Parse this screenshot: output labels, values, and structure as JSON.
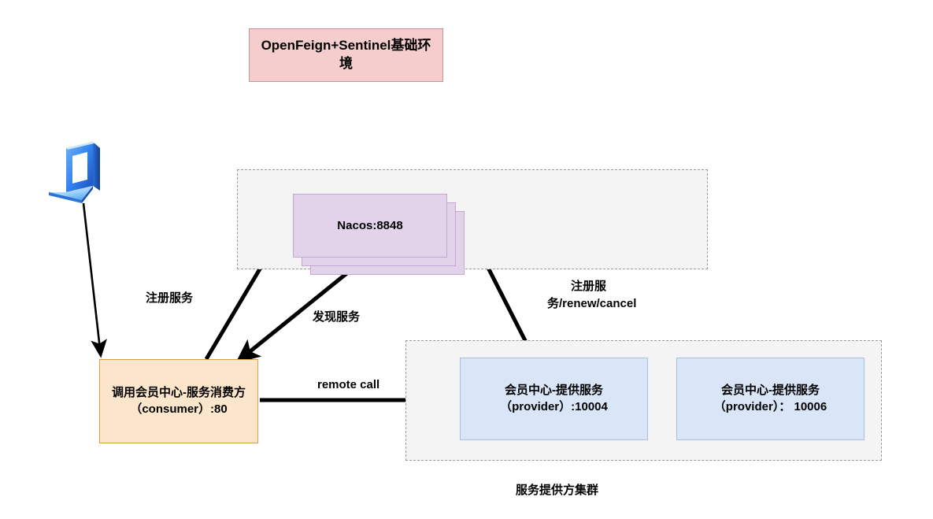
{
  "title": {
    "text": "OpenFeign+Sentinel基础环境"
  },
  "nodes": {
    "laptop": {
      "icon": "laptop-icon"
    },
    "nacos": {
      "label": "Nacos:8848",
      "stack_count": 3,
      "fill": "#e2d3ea",
      "border": "#c4a6d3"
    },
    "consumer": {
      "line1": "调用会员中心-服务消费方",
      "line2": "（consumer）:80",
      "fill": "#fce6cb",
      "border": "#d7a14a"
    },
    "providers": [
      {
        "line1": "会员中心-提供服务",
        "line2": "（provider）:10004",
        "fill": "#d9e6f7",
        "border": "#a7bfdd"
      },
      {
        "line1": "会员中心-提供服务",
        "line2": "（provider）： 10006",
        "fill": "#d9e6f7",
        "border": "#a7bfdd"
      }
    ]
  },
  "groups": {
    "nacos_group": {
      "caption": ""
    },
    "provider_group": {
      "caption": "服务提供方集群"
    }
  },
  "edge_labels": {
    "register": "注册服务",
    "discover": "发现服务",
    "renew": "注册服务/renew/cancel",
    "remote_call": "remote call"
  },
  "colors": {
    "title_fill": "#f5cdcd",
    "title_border": "#c49595",
    "group_fill": "#f4f4f4",
    "group_border": "#9a9a9a",
    "arrow": "#000000",
    "laptop_dark": "#1f5fd0",
    "laptop_mid": "#3d8ef5",
    "laptop_light": "#bfe0fb"
  }
}
